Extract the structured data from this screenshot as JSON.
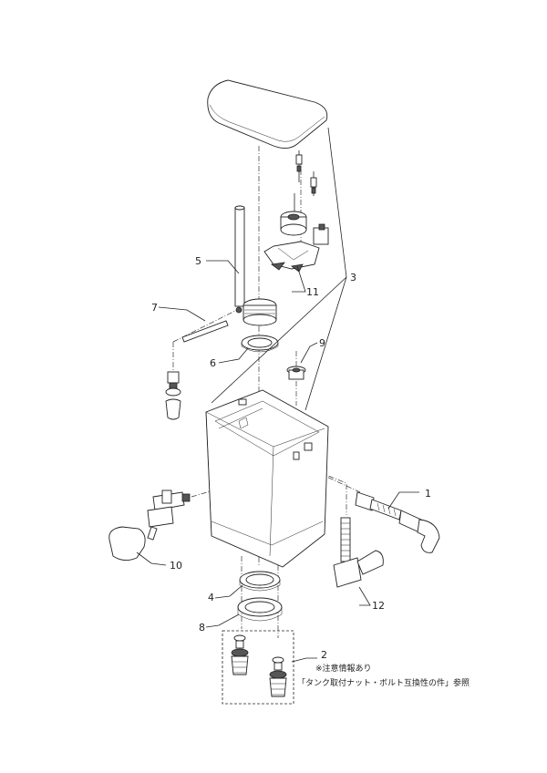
{
  "callouts": {
    "c1": "1",
    "c2": "2",
    "c3": "3",
    "c4": "4",
    "c5": "5",
    "c6": "6",
    "c7": "7",
    "c8": "8",
    "c9": "9",
    "c10": "10",
    "c11": "11",
    "c12": "12"
  },
  "note": {
    "line1": "※注意情報あり",
    "line2": "「タンク取付ナット・ボルト互換性の件」参照"
  }
}
